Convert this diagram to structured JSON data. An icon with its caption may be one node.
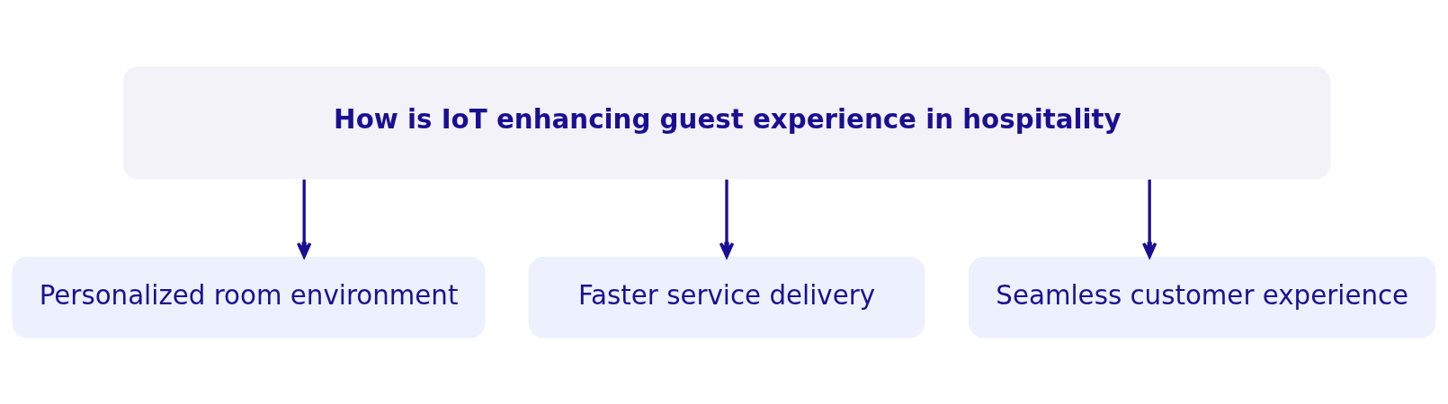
{
  "diagram": {
    "nodes": [
      {
        "text": [
          "How is IoT enhancing guest experience in hospitality"
        ]
      },
      {
        "text": [
          "Personalized room environment"
        ]
      },
      {
        "text": [
          "Faster service delivery"
        ]
      },
      {
        "text": [
          "Seamless customer experience"
        ]
      }
    ],
    "edges": [
      {
        "from": 0,
        "to": 1,
        "arrow": "to"
      },
      {
        "from": 0,
        "to": 2,
        "arrow": "to"
      },
      {
        "from": 0,
        "to": 3,
        "arrow": "to"
      }
    ]
  }
}
